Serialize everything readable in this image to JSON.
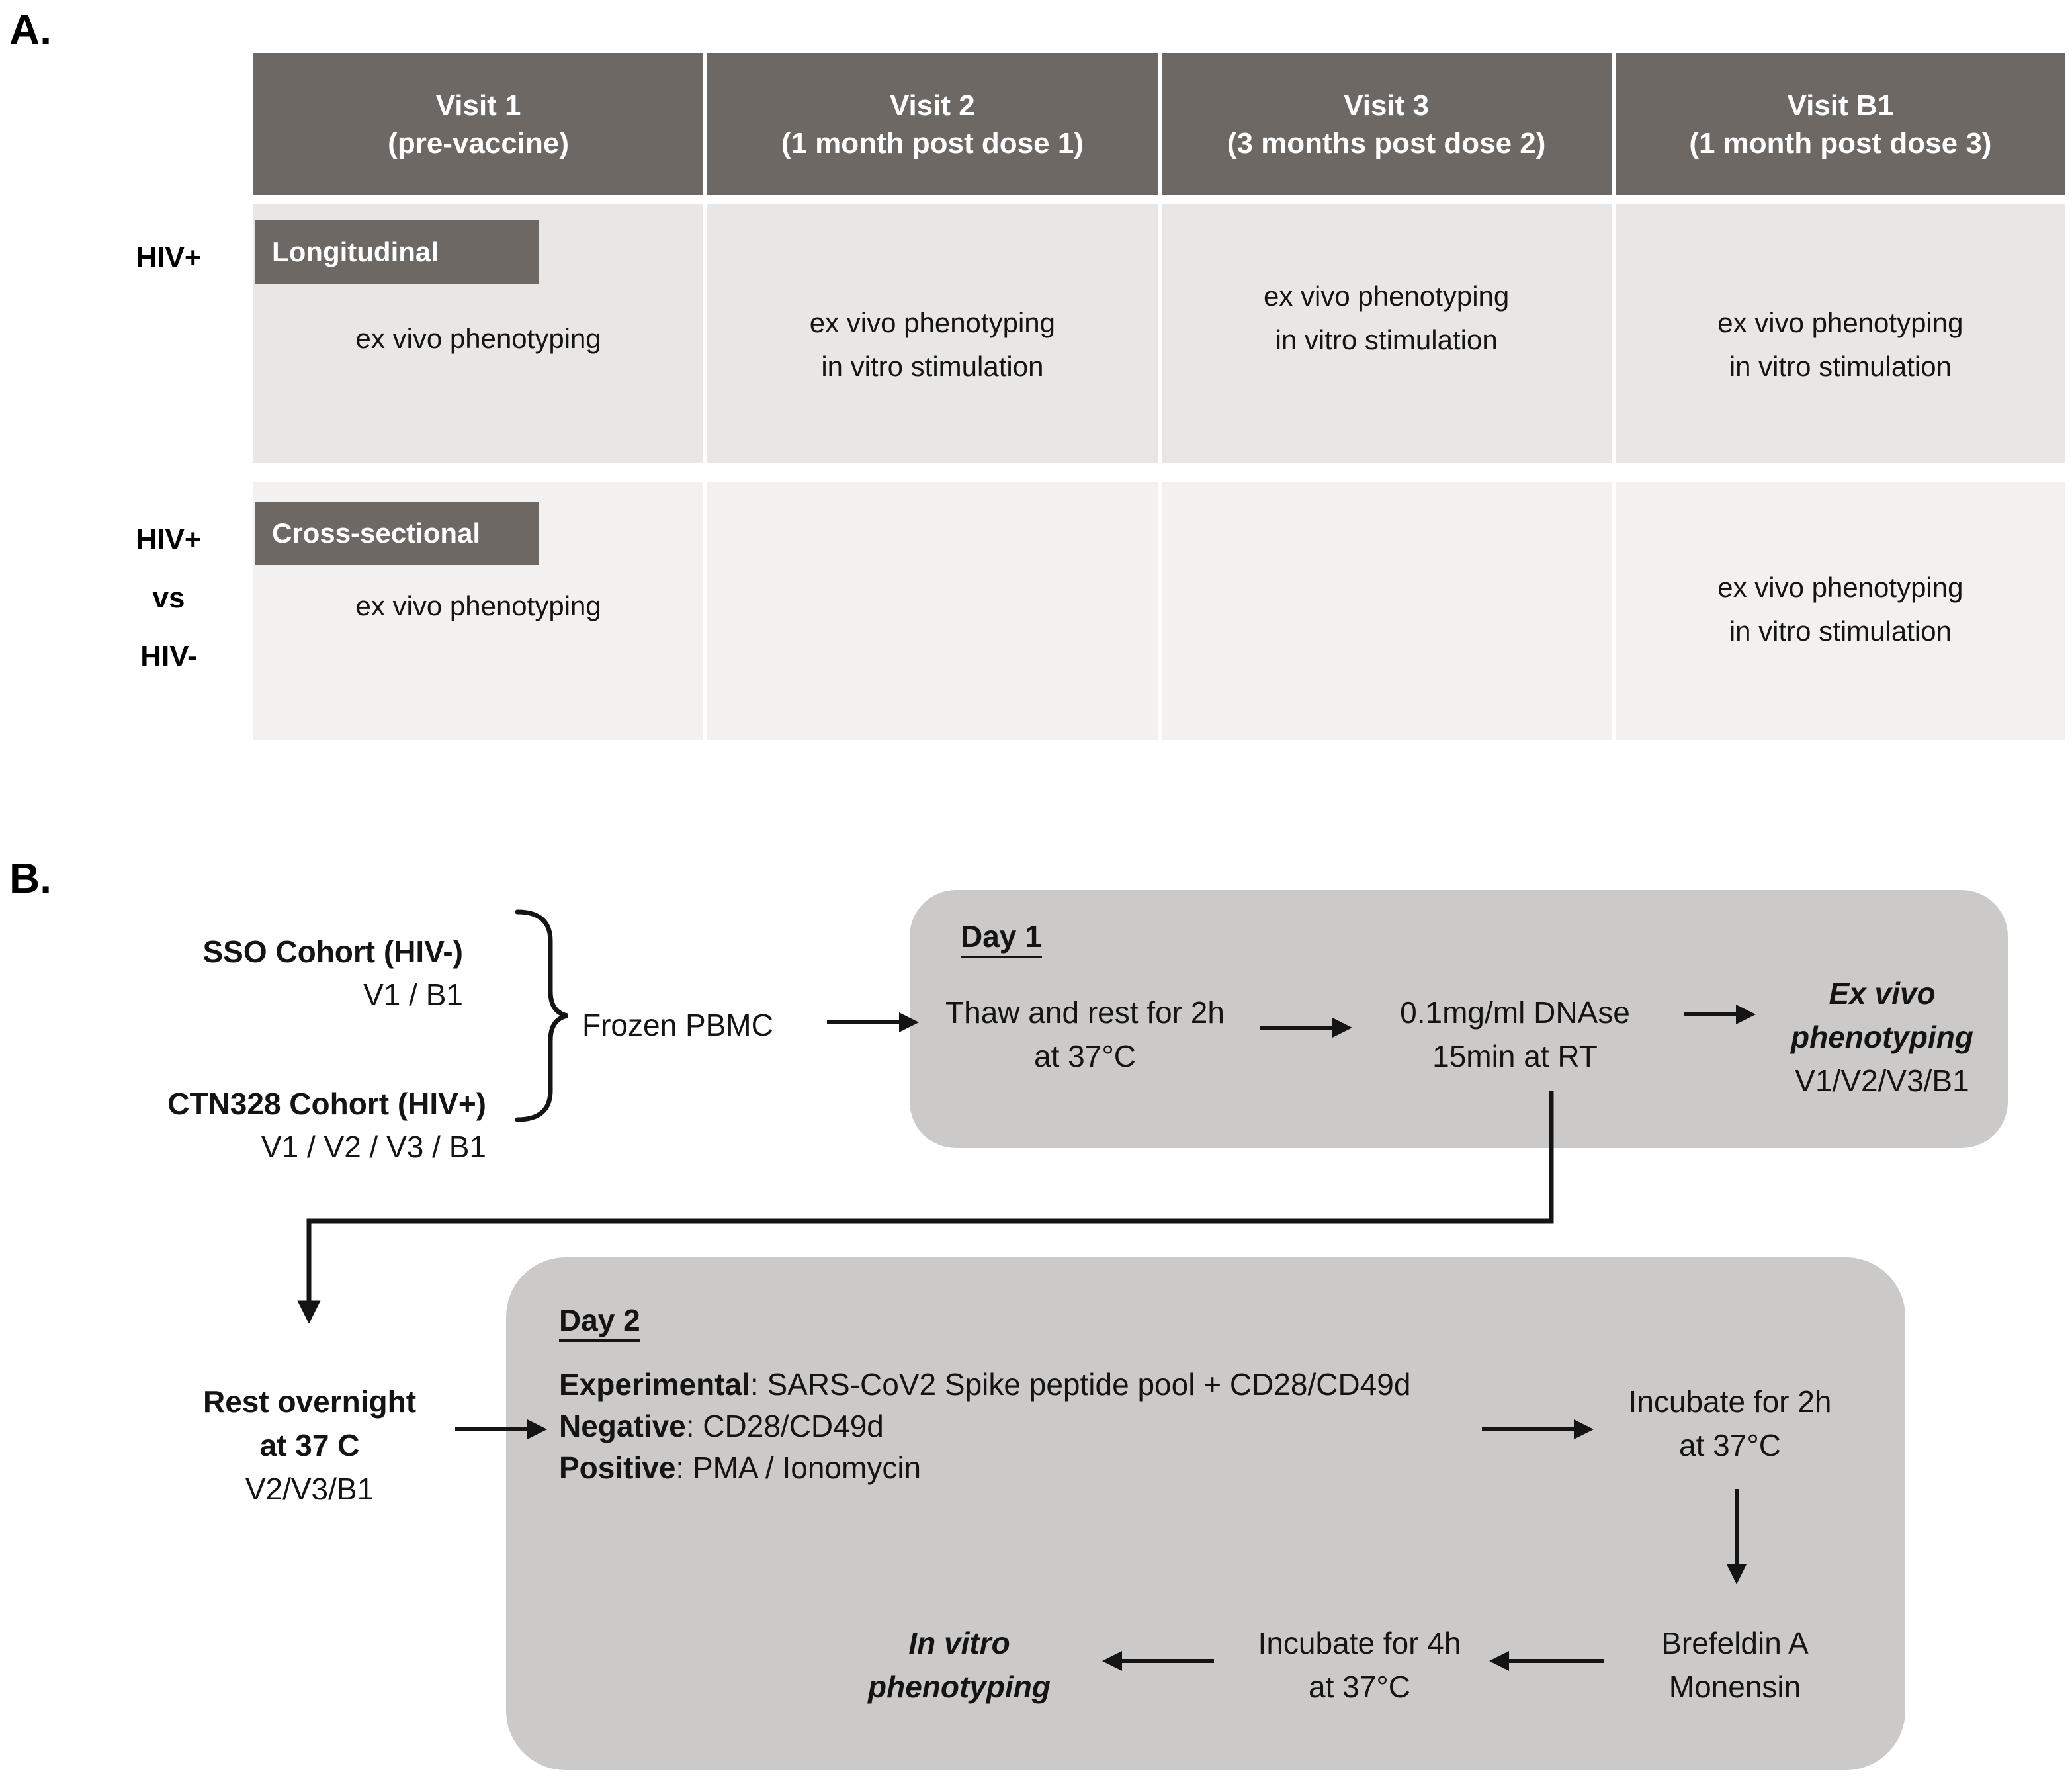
{
  "colors": {
    "header_bg": "#6e6864",
    "row1_bg": "#e8e7e5",
    "row2_bg": "#f2f1ef",
    "box_bg": "#cbcac9",
    "header_text": "#ffffff",
    "text": "#141414"
  },
  "panelA": {
    "label": "A.",
    "columns": [
      {
        "line1": "Visit 1",
        "line2": "(pre-vaccine)"
      },
      {
        "line1": "Visit 2",
        "line2": "(1 month post dose 1)"
      },
      {
        "line1": "Visit 3",
        "line2": "(3 months post dose 2)"
      },
      {
        "line1": "Visit B1",
        "line2": "(1 month post dose 3)"
      }
    ],
    "rows": [
      {
        "side_label": [
          "HIV+"
        ],
        "badge": "Longitudinal",
        "cells": [
          [
            "ex vivo phenotyping"
          ],
          [
            "ex vivo phenotyping",
            "in vitro stimulation"
          ],
          [
            "ex vivo phenotyping",
            "in vitro stimulation"
          ],
          [
            "ex vivo phenotyping",
            "in vitro stimulation"
          ]
        ]
      },
      {
        "side_label": [
          "HIV+",
          "vs",
          "HIV-"
        ],
        "badge": "Cross-sectional",
        "cells": [
          [
            "ex vivo phenotyping"
          ],
          [],
          [],
          [
            "ex vivo phenotyping",
            "in vitro stimulation"
          ]
        ]
      }
    ]
  },
  "panelB": {
    "label": "B.",
    "cohorts": [
      {
        "name": "SSO Cohort (HIV-)",
        "visits": "V1 / B1"
      },
      {
        "name": "CTN328 Cohort (HIV+)",
        "visits": "V1 / V2 / V3 / B1"
      }
    ],
    "frozen_pbmc": "Frozen PBMC",
    "day1": {
      "title": "Day 1",
      "thaw": [
        "Thaw and rest for 2h",
        "at 37°C"
      ],
      "dnase": [
        "0.1mg/ml DNAse",
        "15min at RT"
      ],
      "exvivo": [
        "Ex vivo",
        "phenotyping",
        "V1/V2/V3/B1"
      ]
    },
    "rest": [
      "Rest overnight",
      "at 37 C",
      "V2/V3/B1"
    ],
    "day2": {
      "title": "Day 2",
      "conditions": [
        {
          "label": "Experimental",
          "value": ": SARS-CoV2 Spike peptide pool + CD28/CD49d"
        },
        {
          "label": "Negative",
          "value": ": CD28/CD49d"
        },
        {
          "label": "Positive",
          "value": ": PMA / Ionomycin"
        }
      ],
      "incubate2h": [
        "Incubate for 2h",
        "at 37°C"
      ],
      "brefeldin": [
        "Brefeldin A",
        "Monensin"
      ],
      "incubate4h": [
        "Incubate for 4h",
        "at 37°C"
      ],
      "invitro": [
        "In vitro",
        "phenotyping"
      ]
    }
  }
}
